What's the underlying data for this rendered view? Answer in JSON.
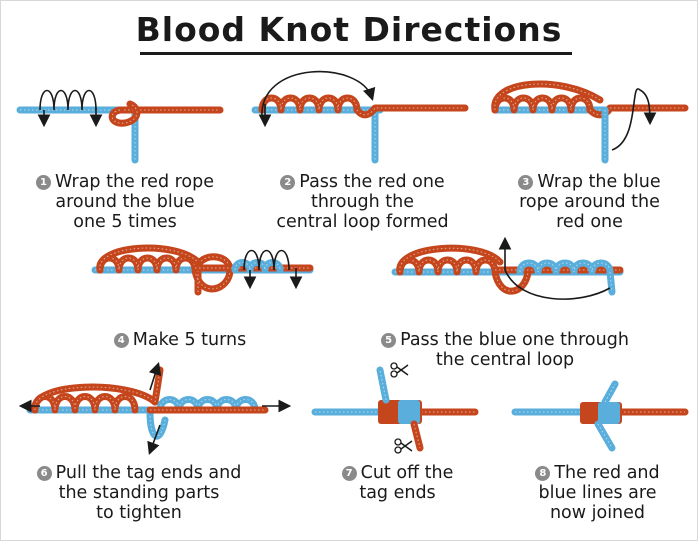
{
  "title": "Blood Knot Directions",
  "colors": {
    "red_rope": "#c5461c",
    "blue_rope": "#5aaedc",
    "arrow": "#1a1a1a",
    "step_badge": "#8a8a8a"
  },
  "steps": [
    {
      "number": "1",
      "lines": [
        "Wrap the red rope",
        "around the blue",
        "one 5 times"
      ]
    },
    {
      "number": "2",
      "lines": [
        "Pass the red one",
        "through the",
        "central loop formed"
      ]
    },
    {
      "number": "3",
      "lines": [
        "Wrap the blue",
        "rope around the",
        "red one"
      ]
    },
    {
      "number": "4",
      "lines": [
        "Make 5 turns"
      ]
    },
    {
      "number": "5",
      "lines": [
        "Pass the blue one through",
        "the central loop"
      ]
    },
    {
      "number": "6",
      "lines": [
        "Pull the tag ends and",
        "the standing parts",
        "to tighten"
      ]
    },
    {
      "number": "7",
      "lines": [
        "Cut off the",
        "tag ends"
      ]
    },
    {
      "number": "8",
      "lines": [
        "The red and",
        "blue lines are",
        "now joined"
      ]
    }
  ],
  "icons": [
    "arrow-icon",
    "scissors-icon"
  ]
}
